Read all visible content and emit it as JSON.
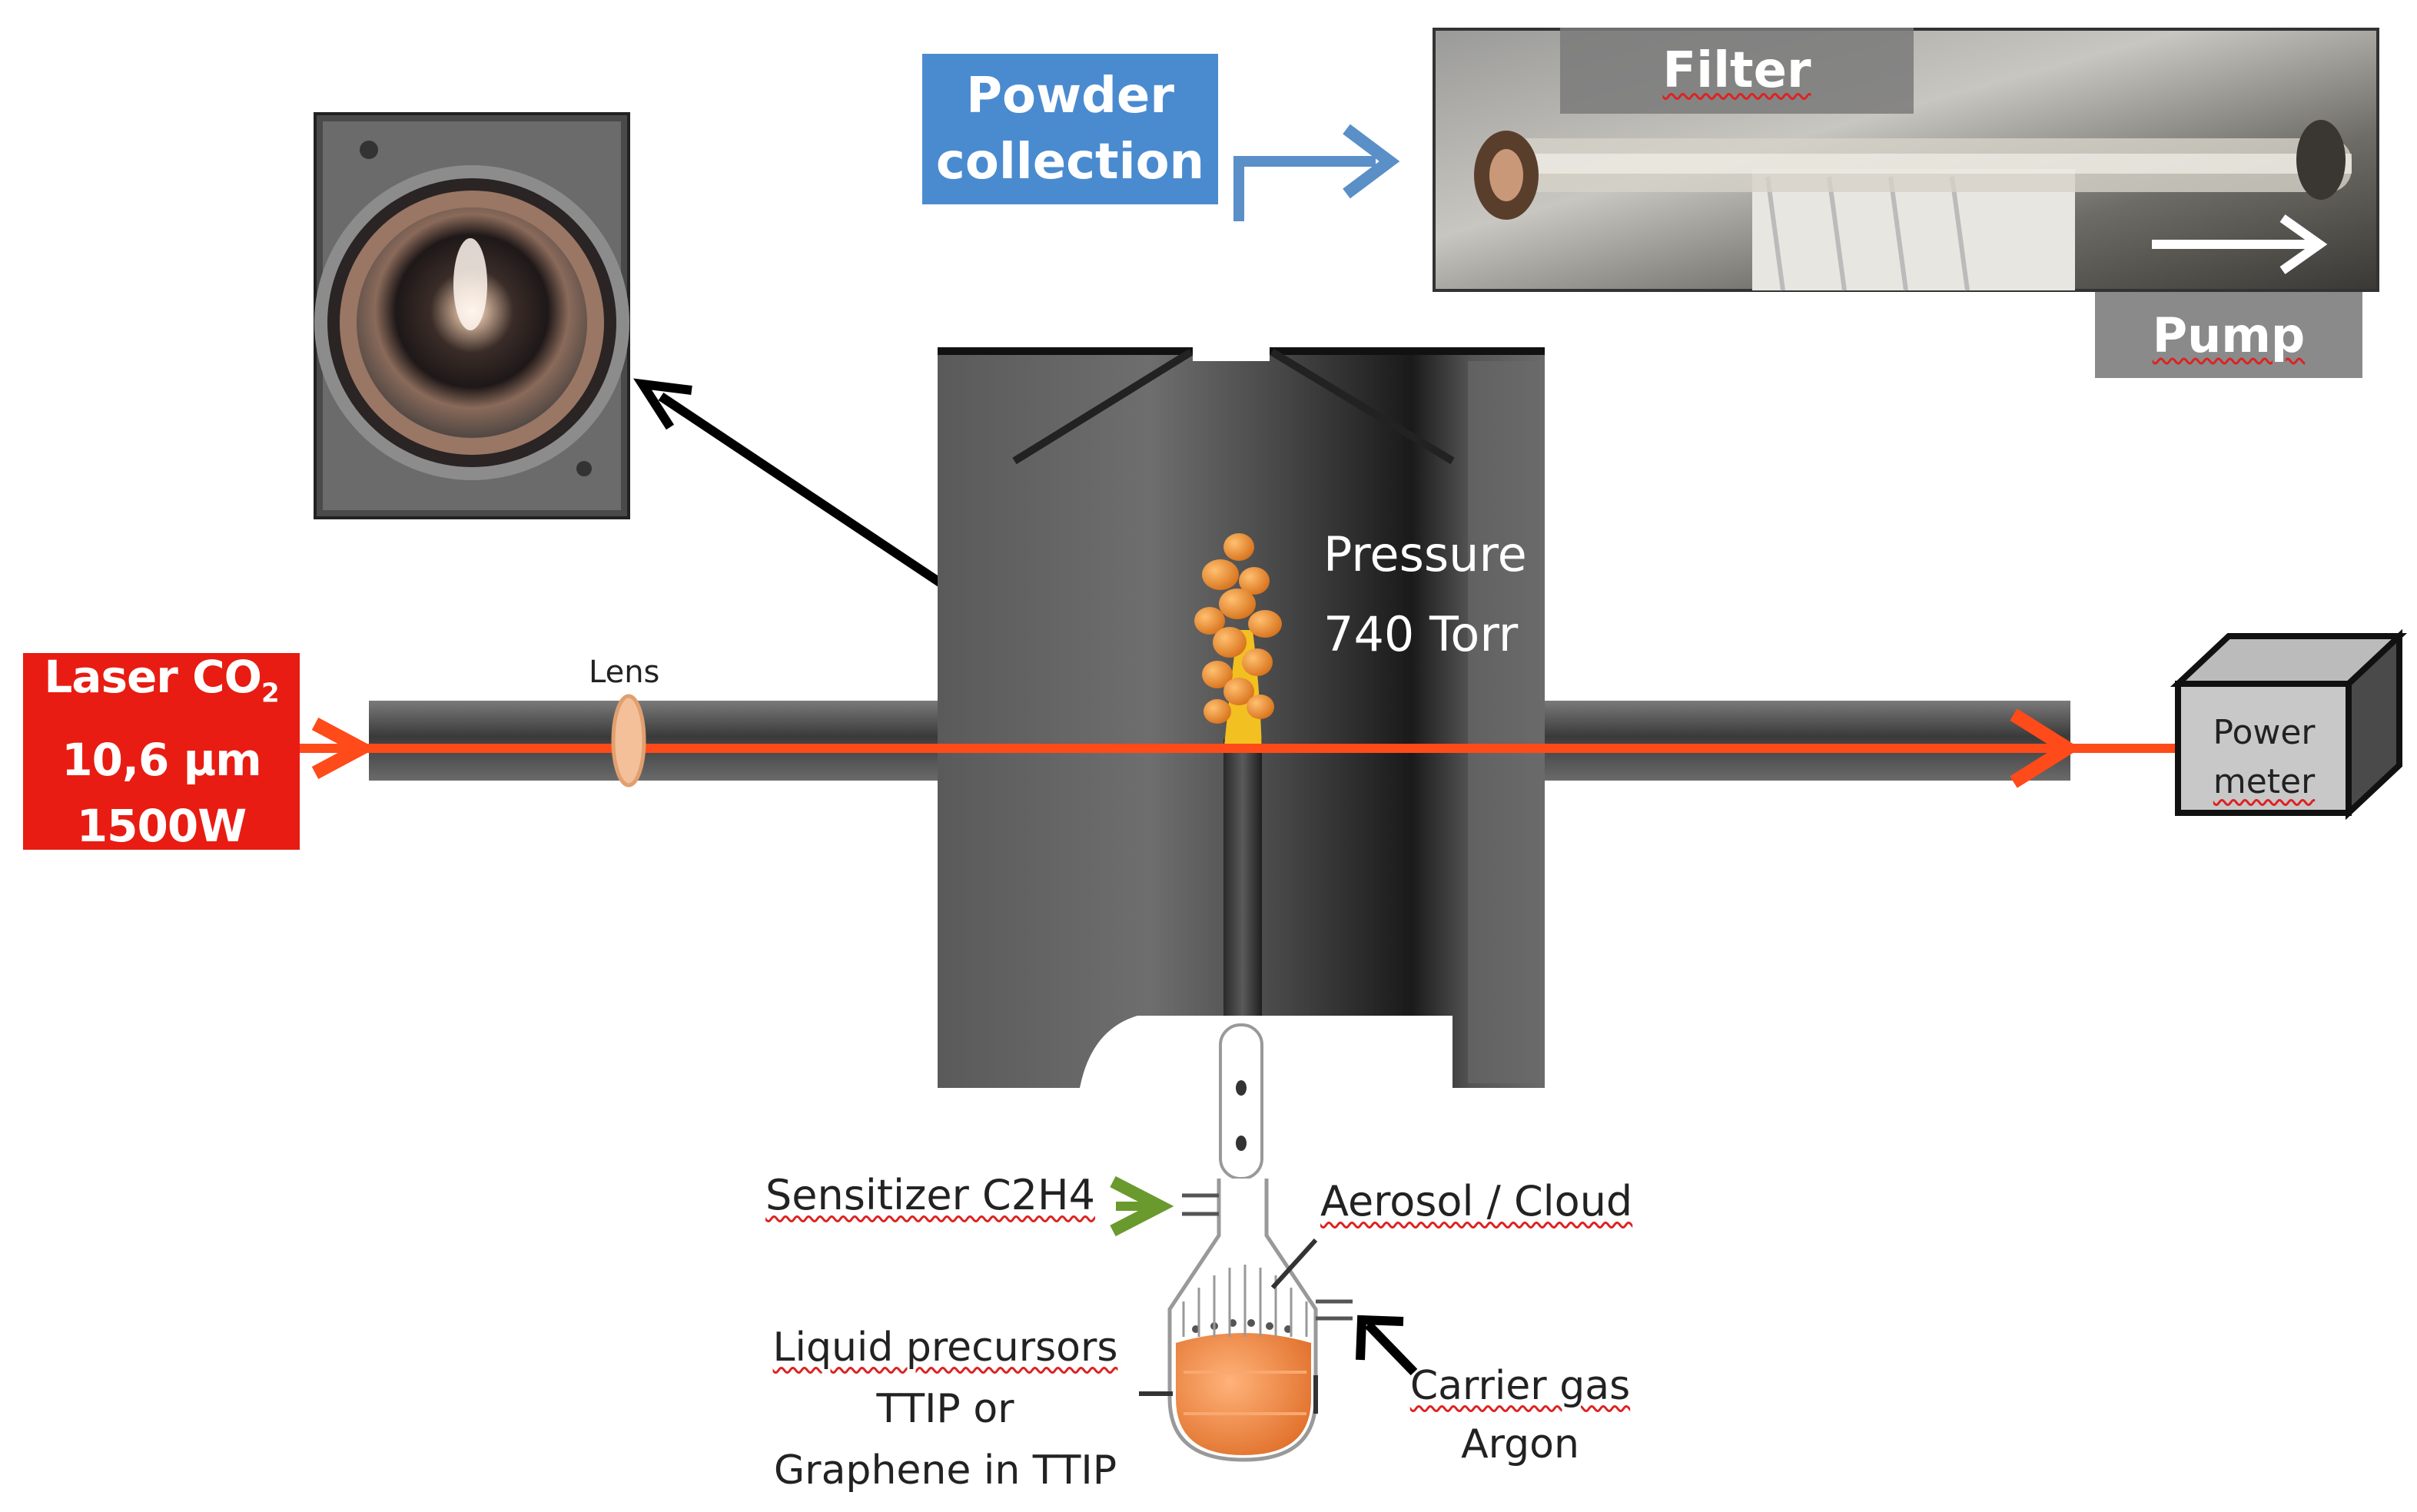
{
  "laser": {
    "line1": "Laser CO",
    "sub": "2",
    "line2": "10,6 µm",
    "line3": "1500W"
  },
  "lens_label": "Lens",
  "pressure": {
    "line1": "Pressure",
    "line2": "740 Torr"
  },
  "power_meter": {
    "line1": "Power",
    "line2": "meter"
  },
  "powder_collection": {
    "line1": "Powder",
    "line2": "collection"
  },
  "filter_label": "Filter",
  "pump_label": "Pump",
  "sensitizer_label": "Sensitizer C2H4",
  "aerosol_label": "Aerosol / Cloud",
  "carrier": {
    "line1": "Carrier gas",
    "line2": "Argon"
  },
  "liquid": {
    "line1": "Liquid precursors",
    "line2": "TTIP or",
    "line3": "Graphene in TTIP"
  },
  "colors": {
    "laser_red": "#e81c12",
    "beam": "#ff4a1a",
    "box_blue": "#4a8bd0",
    "label_gray": "#8a8a8a",
    "green_arrow": "#6a9a2e",
    "particles": "#e8892a"
  }
}
